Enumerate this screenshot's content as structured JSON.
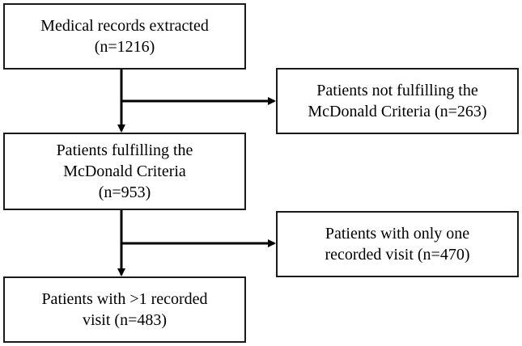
{
  "boxes": {
    "records_extracted": {
      "line1": "Medical records extracted",
      "line2": "(n=1216)"
    },
    "not_fulfilling": {
      "line1": "Patients not fulfilling the",
      "line2": "McDonald Criteria (n=263)"
    },
    "fulfilling": {
      "line1": "Patients fulfilling the",
      "line2": "McDonald Criteria",
      "line3": "(n=953)"
    },
    "one_visit": {
      "line1": "Patients with only one",
      "line2": "recorded visit (n=470)"
    },
    "multiple_visits": {
      "line1": "Patients with >1 recorded",
      "line2": "visit (n=483)"
    }
  }
}
